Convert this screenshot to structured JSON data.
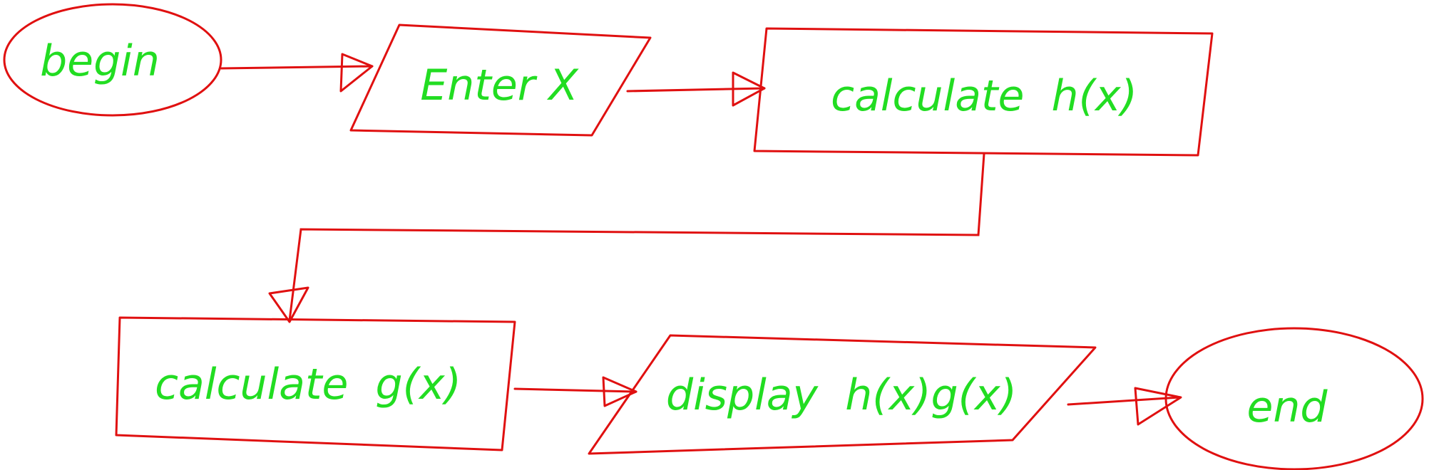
{
  "colors": {
    "stroke": "#e01010",
    "text": "#22dd22",
    "background": "#ffffff"
  },
  "nodes": {
    "begin": {
      "label": "begin",
      "shape": "terminal-oval"
    },
    "enter_x": {
      "label": "Enter X",
      "shape": "input-parallelogram"
    },
    "calc_h": {
      "label": "calculate  h(x)",
      "shape": "process-rectangle"
    },
    "calc_g": {
      "label": "calculate  g(x)",
      "shape": "process-rectangle"
    },
    "display": {
      "label": "display  h(x)g(x)",
      "shape": "output-parallelogram"
    },
    "end": {
      "label": "end",
      "shape": "terminal-oval"
    }
  },
  "edges": [
    {
      "from": "begin",
      "to": "enter_x"
    },
    {
      "from": "enter_x",
      "to": "calc_h"
    },
    {
      "from": "calc_h",
      "to": "calc_g"
    },
    {
      "from": "calc_g",
      "to": "display"
    },
    {
      "from": "display",
      "to": "end"
    }
  ]
}
